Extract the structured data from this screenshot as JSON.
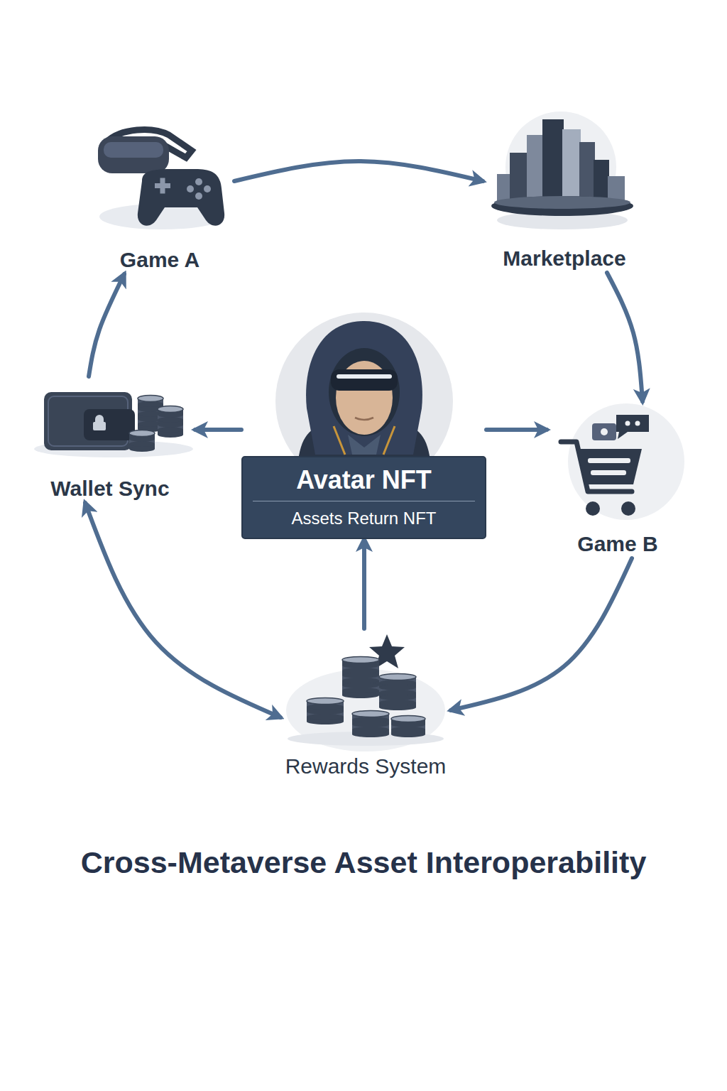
{
  "diagram": {
    "title": "Cross-Metaverse Asset Interoperability",
    "nodes": [
      {
        "text": [
          "Game A"
        ]
      },
      {
        "text": [
          "Marketplace"
        ]
      },
      {
        "text": [
          "Wallet Sync"
        ]
      },
      {
        "text": [
          "Avatar NFT",
          "Assets Return NFT"
        ]
      },
      {
        "text": [
          "Game B"
        ]
      },
      {
        "text": [
          "Rewards System"
        ]
      }
    ],
    "edges": [
      {
        "from": 0,
        "to": 1,
        "arrow": "to"
      },
      {
        "from": 1,
        "to": 4,
        "arrow": "to"
      },
      {
        "from": 4,
        "to": 5,
        "arrow": "to"
      },
      {
        "from": 2,
        "to": 5,
        "arrow": "both"
      },
      {
        "from": 2,
        "to": 0,
        "arrow": "to"
      },
      {
        "from": 3,
        "to": 2,
        "arrow": "to"
      },
      {
        "from": 3,
        "to": 4,
        "arrow": "to"
      },
      {
        "from": 5,
        "to": 3,
        "arrow": "to"
      }
    ]
  }
}
